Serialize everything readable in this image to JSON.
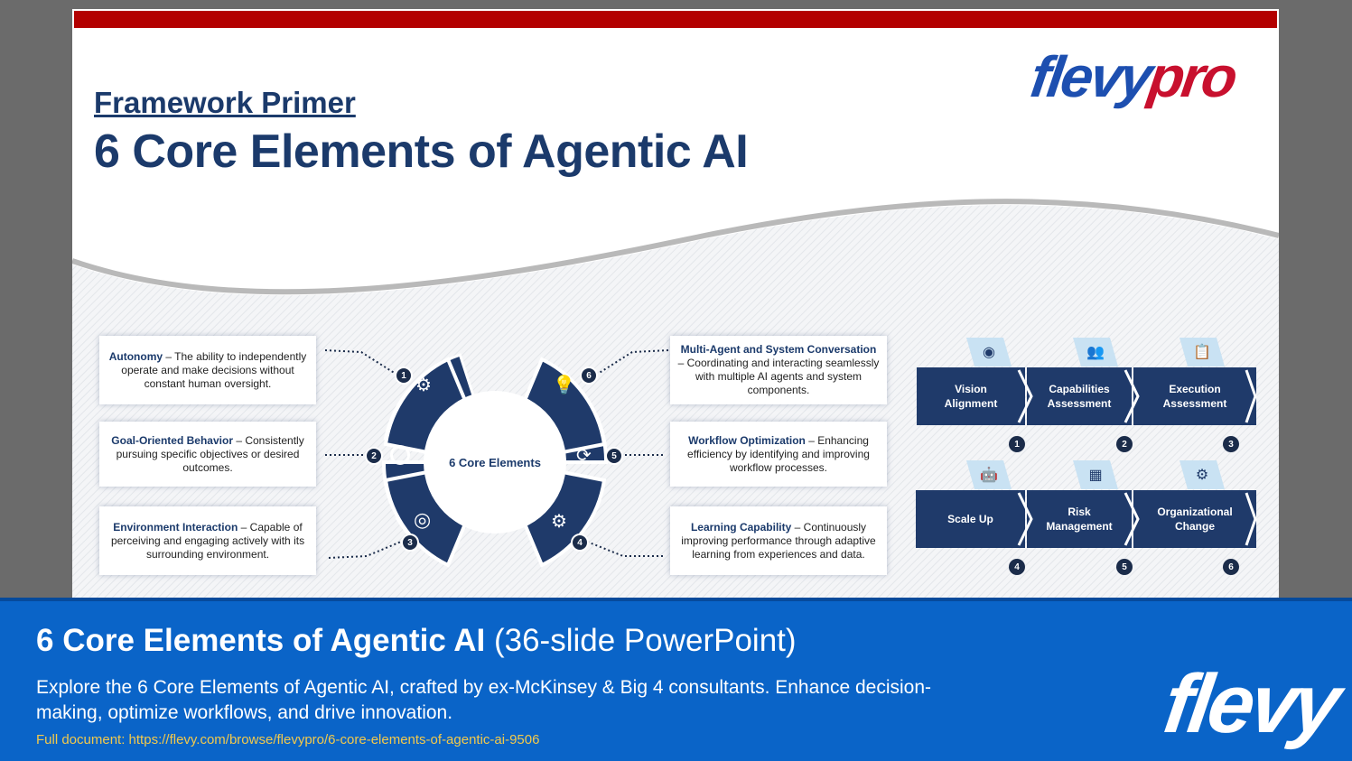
{
  "slide": {
    "kicker": "Framework Primer",
    "title": "6 Core Elements of Agentic AI",
    "logo_part1": "flevy",
    "logo_part2": "pro",
    "center_label": "6 Core Elements",
    "elements": [
      {
        "num": "1",
        "term": "Autonomy",
        "desc": " – The ability to independently operate and make decisions without constant human oversight."
      },
      {
        "num": "2",
        "term": "Goal-Oriented Behavior",
        "desc": " – Consistently pursuing specific objectives or desired outcomes."
      },
      {
        "num": "3",
        "term": "Environment Interaction",
        "desc": " – Capable of perceiving and engaging actively with its surrounding environment."
      },
      {
        "num": "4",
        "term": "Learning Capability",
        "desc": " – Continuously improving performance through adaptive learning from experiences and data."
      },
      {
        "num": "5",
        "term": "Workflow Optimization",
        "desc": " – Enhancing efficiency by identifying and improving workflow processes."
      },
      {
        "num": "6",
        "term": "Multi-Agent and System Conversation",
        "desc": " – Coordinating and interacting seamlessly with multiple AI agents and system components."
      }
    ],
    "grid": [
      {
        "num": "1",
        "line1": "Vision",
        "line2": "Alignment",
        "icon": "eye-icon"
      },
      {
        "num": "2",
        "line1": "Capabilities",
        "line2": "Assessment",
        "icon": "people-icon"
      },
      {
        "num": "3",
        "line1": "Execution",
        "line2": "Assessment",
        "icon": "clipboard-icon"
      },
      {
        "num": "4",
        "line1": "Scale Up",
        "line2": "",
        "icon": "robot-icon"
      },
      {
        "num": "5",
        "line1": "Risk",
        "line2": "Management",
        "icon": "meeting-icon"
      },
      {
        "num": "6",
        "line1": "Organizational",
        "line2": "Change",
        "icon": "gear-icon"
      }
    ]
  },
  "banner": {
    "title_bold": "6 Core Elements of Agentic AI",
    "title_rest": " (36-slide PowerPoint)",
    "description": "Explore the 6 Core Elements of Agentic AI, crafted by ex-McKinsey & Big 4 consultants. Enhance decision-making, optimize workflows, and drive innovation.",
    "link": "Full document: https://flevy.com/browse/flevypro/6-core-elements-of-agentic-ai-9506",
    "logo": "flevy"
  },
  "colors": {
    "navy": "#1f3a6a",
    "red": "#b30000",
    "blue": "#0a64c8",
    "light_blue": "#c9e2f3"
  }
}
